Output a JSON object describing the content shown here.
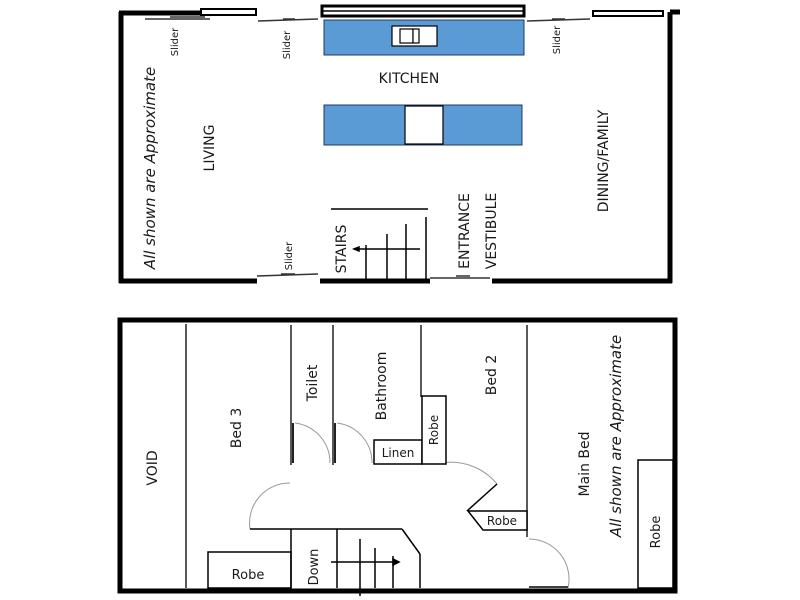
{
  "colors": {
    "wall": "#000000",
    "bench": "#5b9bd5",
    "bench_stroke": "#1f3864",
    "door_arc": "#999999",
    "background": "#ffffff"
  },
  "ground_floor": {
    "rooms": {
      "kitchen": "KITCHEN",
      "living": "LIVING",
      "dining_family": "DINING/FAMILY",
      "stairs": "STAIRS",
      "entrance": "ENTRANCE",
      "vestibule": "VESTIBULE"
    },
    "sliders": [
      "Slider",
      "Slider",
      "Slider",
      "Slider"
    ],
    "note": "All shown are Approximate"
  },
  "upper_floor": {
    "rooms": {
      "void": "VOID",
      "bed3": "Bed 3",
      "toilet": "Toilet",
      "bathroom": "Bathroom",
      "bed2": "Bed 2",
      "main_bed": "Main Bed"
    },
    "fixtures": {
      "linen": "Linen",
      "robe_bathroom": "Robe",
      "robe_bed2": "Robe",
      "robe_bed3": "Robe",
      "robe_main": "Robe",
      "down": "Down"
    },
    "note": "All shown are Approximate"
  }
}
